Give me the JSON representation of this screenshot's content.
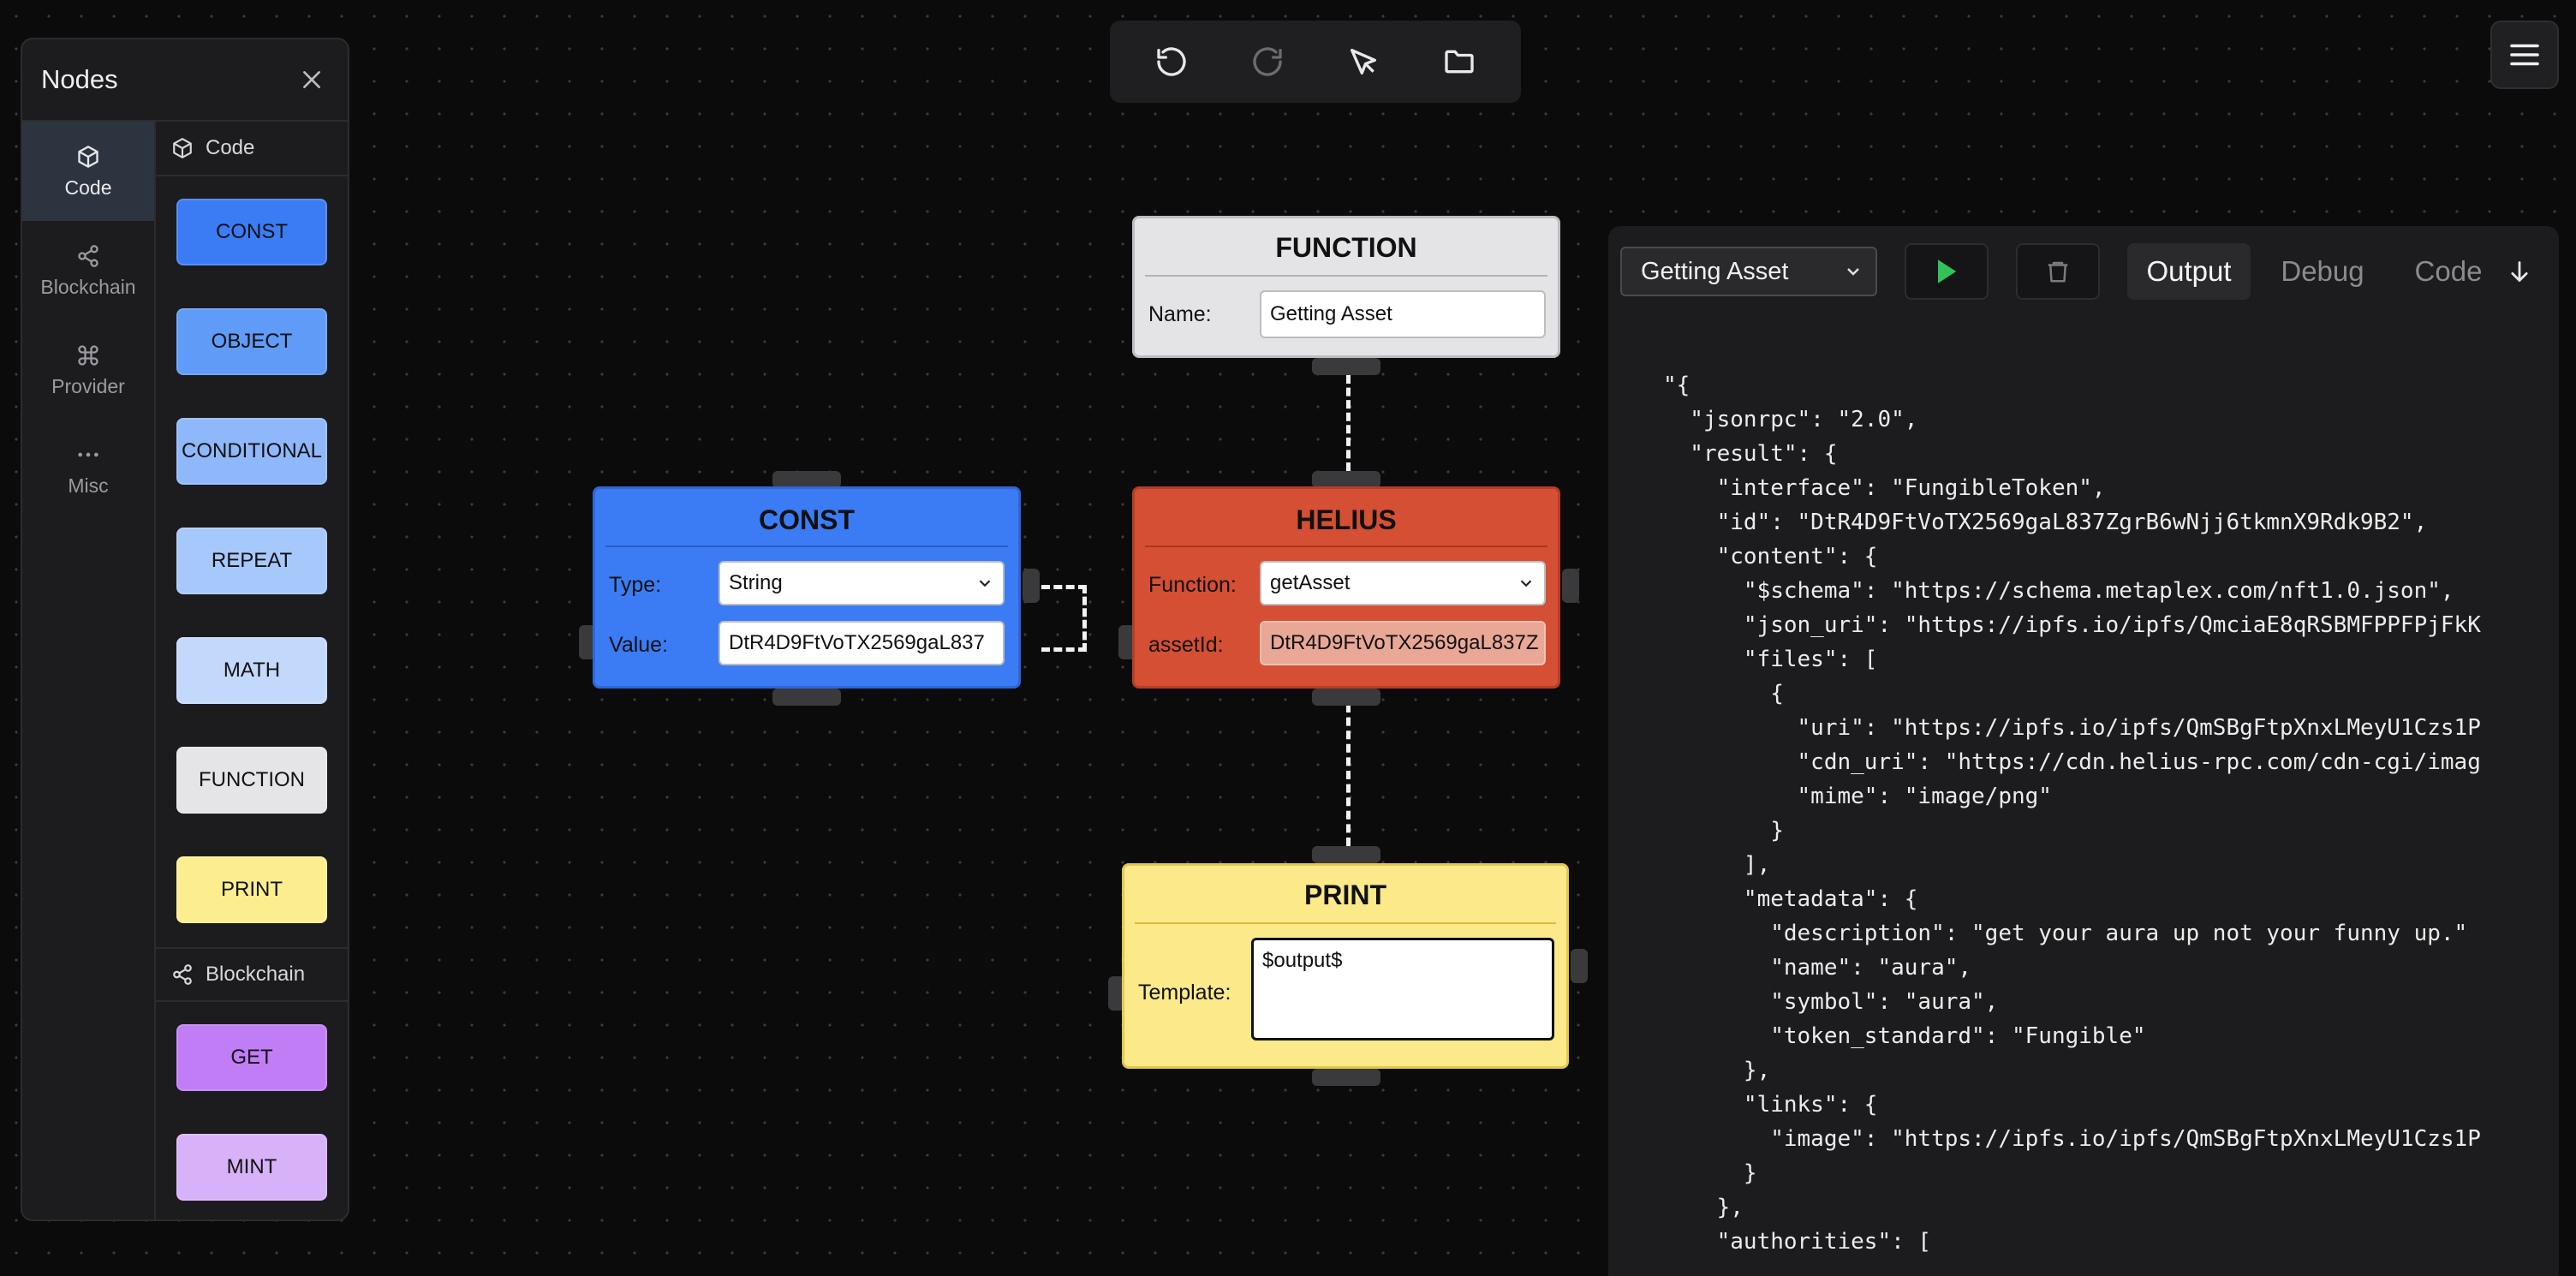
{
  "nodes_panel": {
    "title": "Nodes",
    "categories": [
      {
        "label": "Code"
      },
      {
        "label": "Blockchain"
      },
      {
        "label": "Provider"
      },
      {
        "label": "Misc"
      }
    ],
    "sections": [
      {
        "label": "Code",
        "items": [
          "CONST",
          "OBJECT",
          "CONDITIONAL",
          "REPEAT",
          "MATH",
          "FUNCTION",
          "PRINT"
        ]
      },
      {
        "label": "Blockchain",
        "items": [
          "GET",
          "MINT"
        ]
      }
    ],
    "item_colors": {
      "CONST": "#3b7cf5",
      "OBJECT": "#5f9bf7",
      "CONDITIONAL": "#8fb8fa",
      "REPEAT": "#a7c8fb",
      "MATH": "#c3d9fc",
      "FUNCTION": "#e5e5e8",
      "PRINT": "#fcee8f",
      "GET": "#c17df5",
      "MINT": "#d7b2f8"
    }
  },
  "toolbar": {
    "icons": [
      "undo-icon",
      "redo-icon",
      "pointer-icon",
      "folder-icon"
    ]
  },
  "canvas": {
    "function_node": {
      "title": "FUNCTION",
      "name_label": "Name:",
      "name_value": "Getting Asset",
      "color": "#e4e4e7"
    },
    "const_node": {
      "title": "CONST",
      "type_label": "Type:",
      "type_value": "String",
      "value_label": "Value:",
      "value_value": "DtR4D9FtVoTX2569gaL837",
      "color": "#3b7cf5"
    },
    "helius_node": {
      "title": "HELIUS",
      "function_label": "Function:",
      "function_value": "getAsset",
      "assetid_label": "assetId:",
      "assetid_value": "DtR4D9FtVoTX2569gaL837Z",
      "color": "#d44f33"
    },
    "print_node": {
      "title": "PRINT",
      "template_label": "Template:",
      "template_value": "$output$",
      "color": "#fbe98a"
    }
  },
  "output_panel": {
    "selected_function": "Getting Asset",
    "tabs": [
      "Output",
      "Debug",
      "Code"
    ],
    "active_tab": "Output",
    "json_lines": [
      "\"{",
      "  \"jsonrpc\": \"2.0\",",
      "  \"result\": {",
      "    \"interface\": \"FungibleToken\",",
      "    \"id\": \"DtR4D9FtVoTX2569gaL837ZgrB6wNjj6tkmnX9Rdk9B2\",",
      "    \"content\": {",
      "      \"$schema\": \"https://schema.metaplex.com/nft1.0.json\",",
      "      \"json_uri\": \"https://ipfs.io/ipfs/QmciaE8qRSBMFPPFPjFkK",
      "      \"files\": [",
      "        {",
      "          \"uri\": \"https://ipfs.io/ipfs/QmSBgFtpXnxLMeyU1Czs1P",
      "          \"cdn_uri\": \"https://cdn.helius-rpc.com/cdn-cgi/imag",
      "          \"mime\": \"image/png\"",
      "        }",
      "      ],",
      "      \"metadata\": {",
      "        \"description\": \"get your aura up not your funny up.\"",
      "        \"name\": \"aura\",",
      "        \"symbol\": \"aura\",",
      "        \"token_standard\": \"Fungible\"",
      "      },",
      "      \"links\": {",
      "        \"image\": \"https://ipfs.io/ipfs/QmSBgFtpXnxLMeyU1Czs1P",
      "      }",
      "    },",
      "    \"authorities\": ["
    ]
  }
}
